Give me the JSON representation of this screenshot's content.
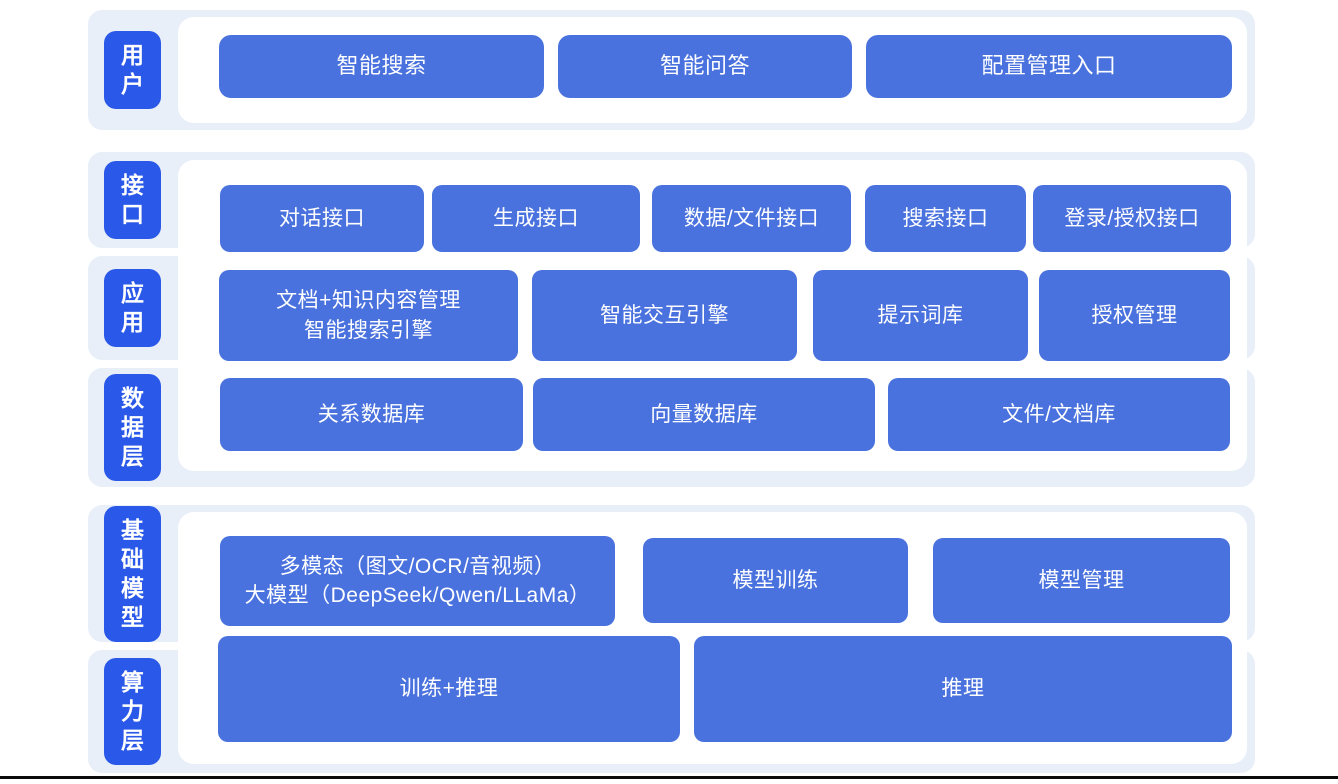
{
  "colors": {
    "label_blue": "#2a58e8",
    "node_blue": "#4a72de",
    "layer_strip_bg": "#e9eff8",
    "panel_bg": "#ffffff",
    "text": "#ffffff",
    "bottom_line": "#0b0b0b"
  },
  "layers": [
    {
      "id": "user",
      "label": "用户"
    },
    {
      "id": "interface",
      "label": "接口"
    },
    {
      "id": "application",
      "label": "应用"
    },
    {
      "id": "data",
      "label": "数据层"
    },
    {
      "id": "base_model",
      "label": "基础模型"
    },
    {
      "id": "compute",
      "label": "算力层"
    }
  ],
  "nodes": {
    "smart_search": "智能搜索",
    "smart_qa": "智能问答",
    "config_entry": "配置管理入口",
    "dialog_api": "对话接口",
    "generation_api": "生成接口",
    "data_file_api": "数据/文件接口",
    "search_api": "搜索接口",
    "login_auth_api": "登录/授权接口",
    "doc_knowledge_line1": "文档+知识内容管理",
    "doc_knowledge_line2": "智能搜索引擎",
    "interaction_engine": "智能交互引擎",
    "prompt_library": "提示词库",
    "auth_mgmt": "授权管理",
    "relational_db": "关系数据库",
    "vector_db": "向量数据库",
    "file_doc_store": "文件/文档库",
    "multimodal_line1": "多模态（图文/OCR/音视频）",
    "multimodal_line2": "大模型（DeepSeek/Qwen/LLaMa）",
    "model_training": "模型训练",
    "model_mgmt": "模型管理",
    "training_inference": "训练+推理",
    "inference": "推理"
  }
}
